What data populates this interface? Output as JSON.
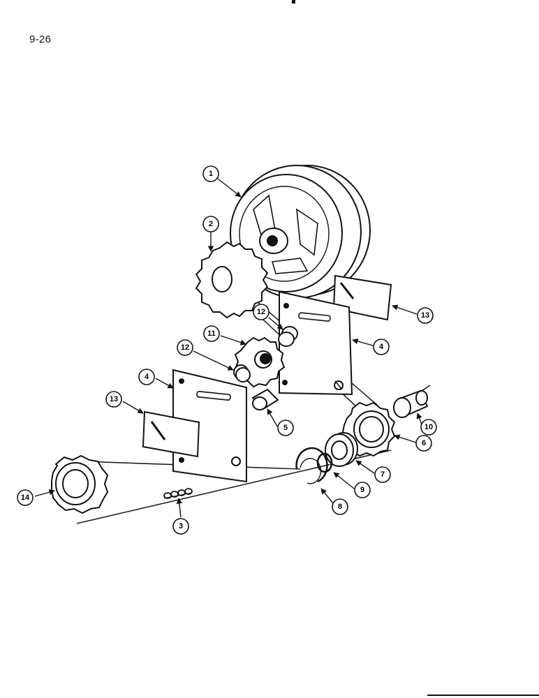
{
  "page": {
    "number": "9-26"
  },
  "callouts": [
    {
      "id": "c1",
      "label": "1"
    },
    {
      "id": "c2",
      "label": "2"
    },
    {
      "id": "c12a",
      "label": "12"
    },
    {
      "id": "c11",
      "label": "11"
    },
    {
      "id": "c12b",
      "label": "12"
    },
    {
      "id": "c4a",
      "label": "4"
    },
    {
      "id": "c4b",
      "label": "4"
    },
    {
      "id": "c13a",
      "label": "13"
    },
    {
      "id": "c13b",
      "label": "13"
    },
    {
      "id": "c5",
      "label": "5"
    },
    {
      "id": "c6",
      "label": "6"
    },
    {
      "id": "c7",
      "label": "7"
    },
    {
      "id": "c8",
      "label": "8"
    },
    {
      "id": "c9",
      "label": "9"
    },
    {
      "id": "c10",
      "label": "10"
    },
    {
      "id": "c14",
      "label": "14"
    },
    {
      "id": "c3",
      "label": "3"
    }
  ]
}
